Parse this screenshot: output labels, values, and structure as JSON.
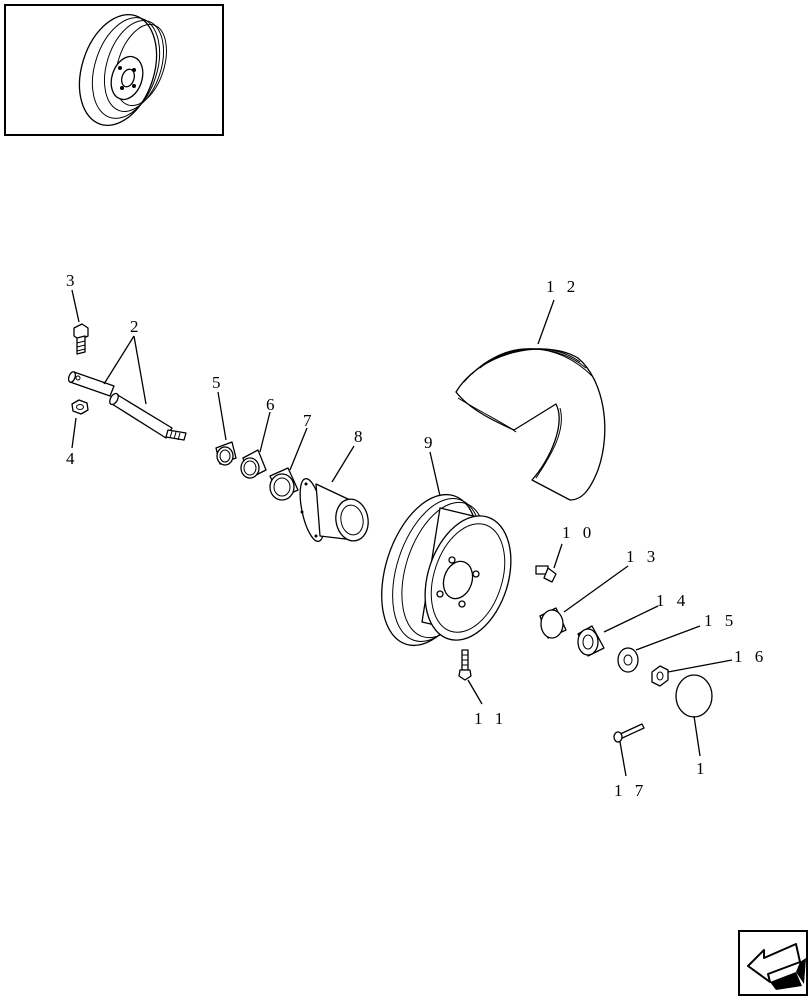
{
  "diagram": {
    "callouts": {
      "c1": "1",
      "c2": "2",
      "c3": "3",
      "c4": "4",
      "c5": "5",
      "c6": "6",
      "c7": "7",
      "c8": "8",
      "c9": "9",
      "c10": "1 0",
      "c11": "1 1",
      "c12": "1 2",
      "c13": "1 3",
      "c14": "1 4",
      "c15": "1 5",
      "c16": "1 6",
      "c17": "1 7"
    }
  }
}
